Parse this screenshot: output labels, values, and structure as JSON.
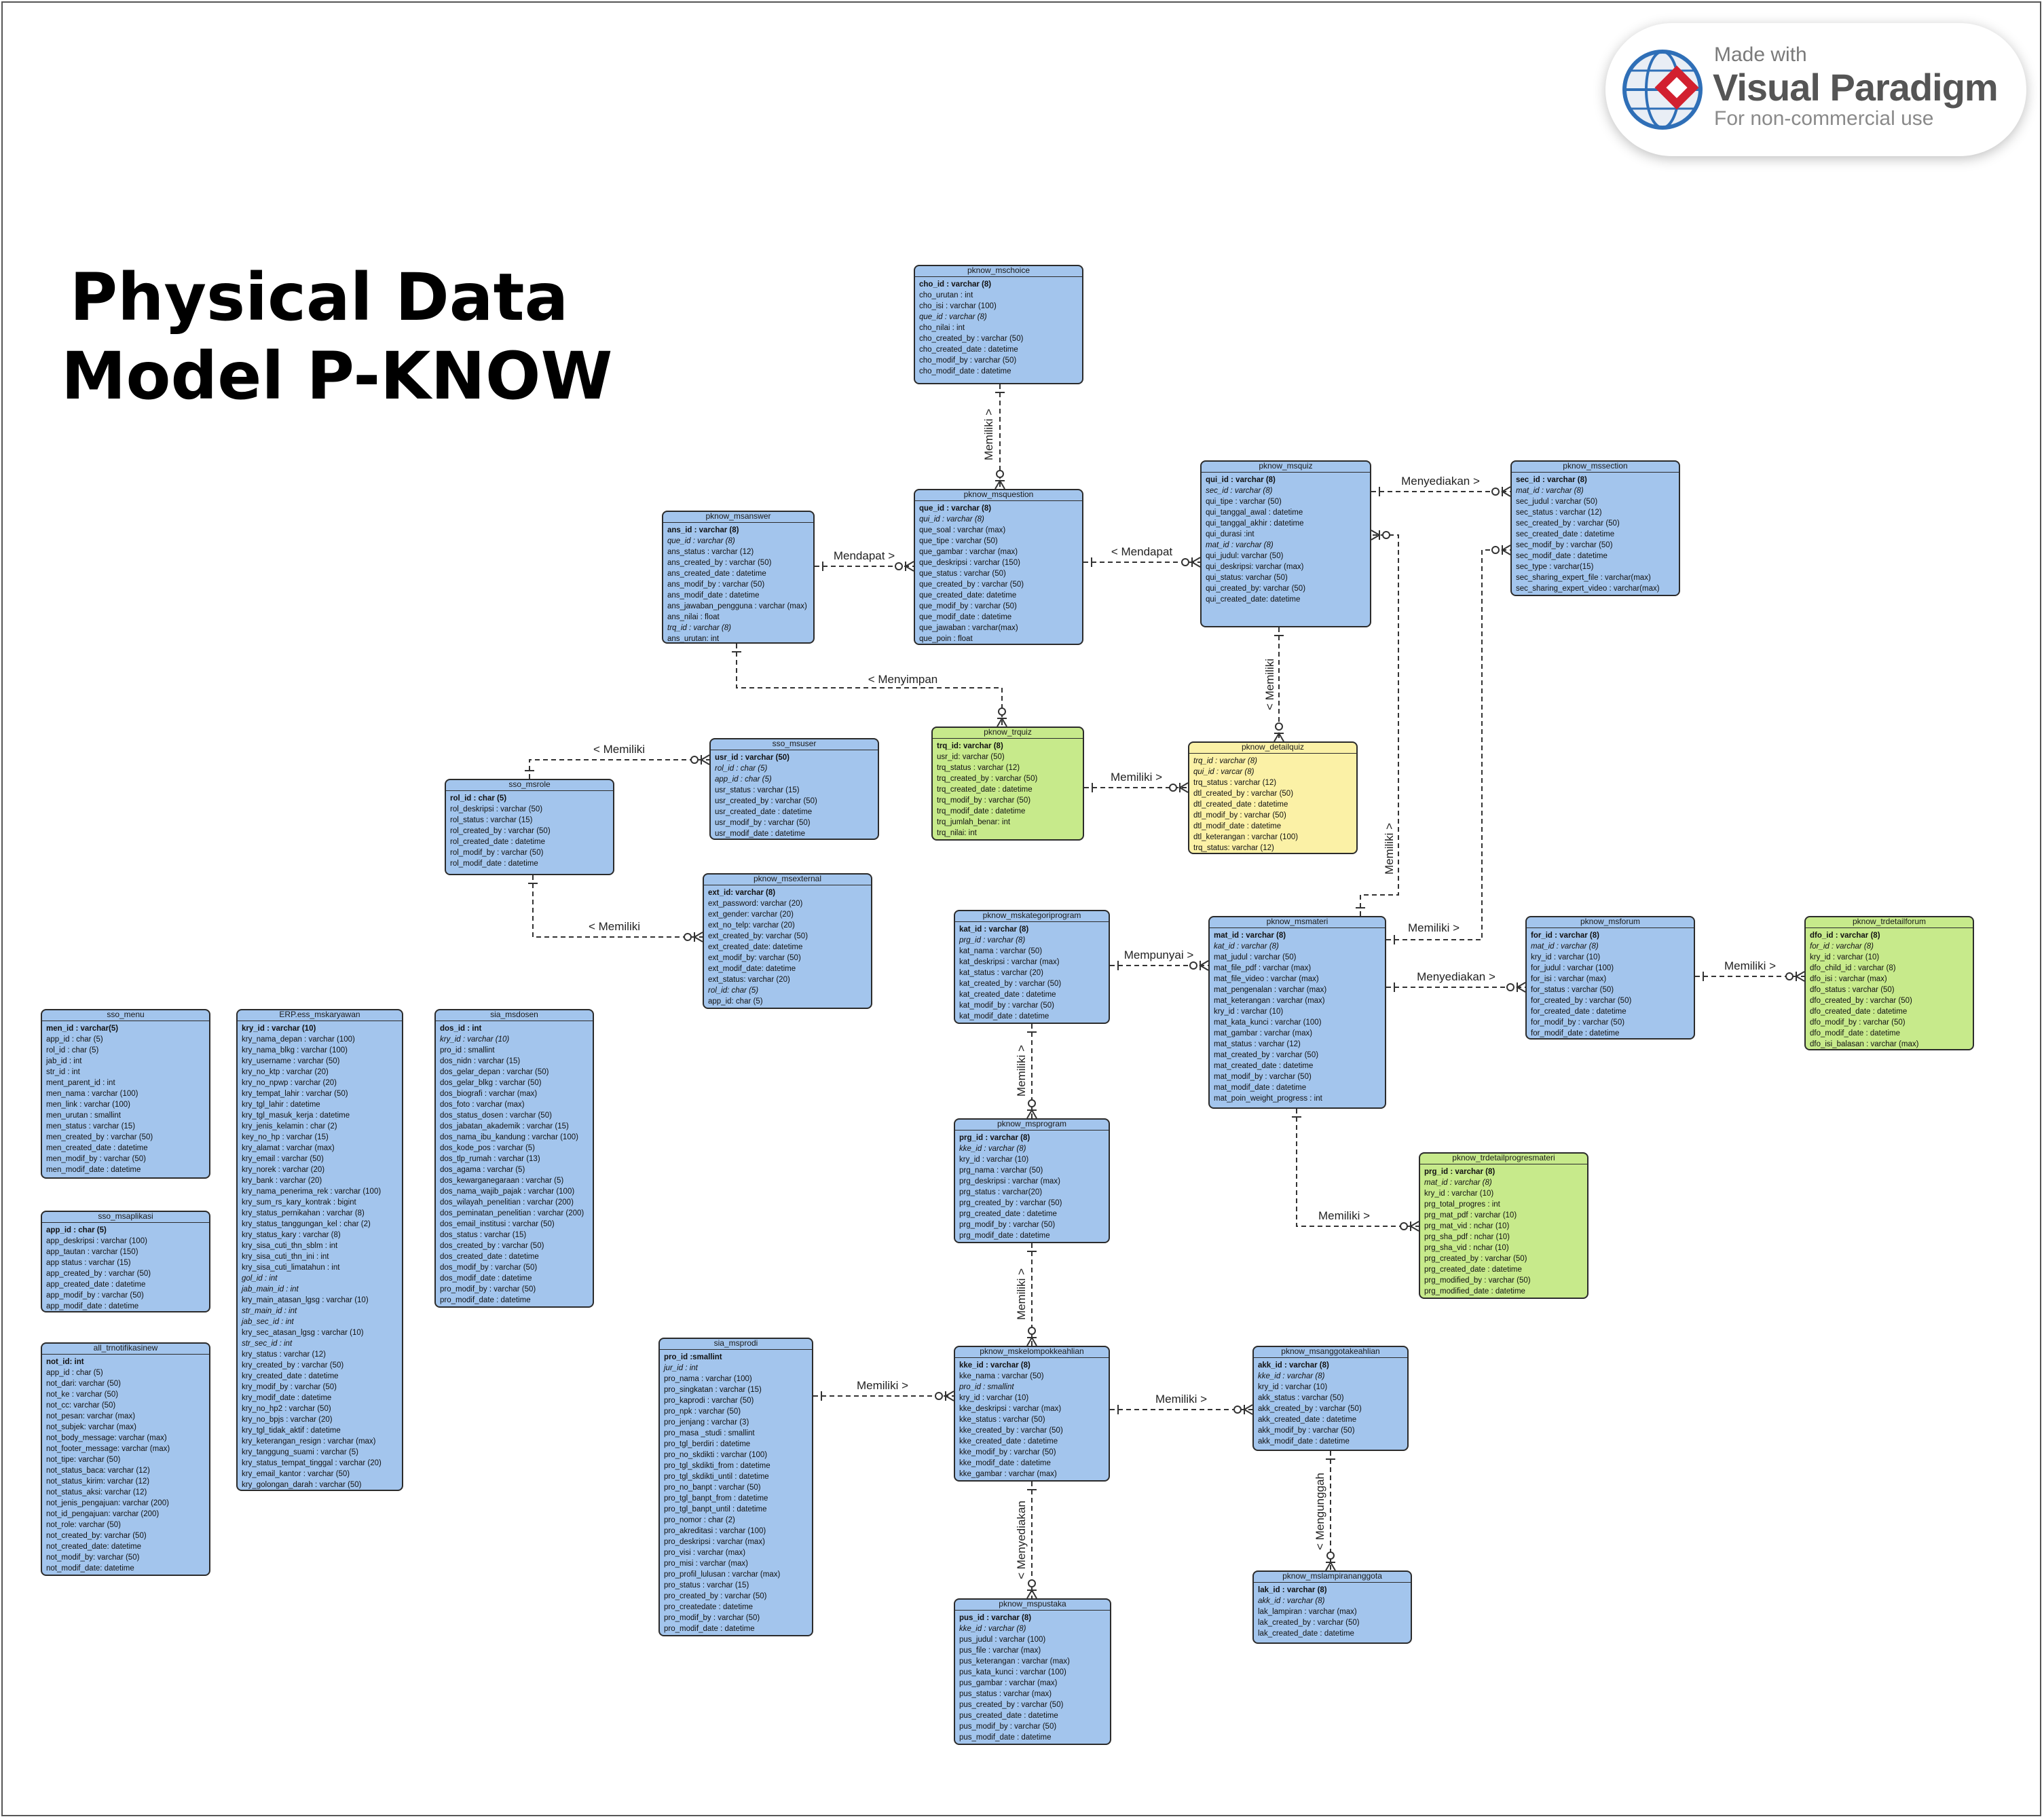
{
  "title_lines": [
    "Physical Data",
    "Model P-KNOW"
  ],
  "watermark": {
    "line1": "Made with",
    "line2": "Visual Paradigm",
    "line3": "For non-commercial use"
  },
  "entities": [
    {
      "id": "mschoice",
      "name": "pknow_mschoice",
      "color": "blue",
      "fields": [
        "cho_id : varchar (8)",
        "cho_urutan : int",
        "cho_isi : varchar (100)",
        "que_id : varchar (8)",
        "cho_nilai : int",
        "cho_created_by : varchar (50)",
        "cho_created_date : datetime",
        "cho_modif_by : varchar (50)",
        "cho_modif_date : datetime"
      ],
      "pk": [
        0
      ],
      "fk": [
        3
      ]
    },
    {
      "id": "msanswer",
      "name": "pknow_msanswer",
      "color": "blue",
      "fields": [
        "ans_id : varchar (8)",
        "que_id : varchar (8)",
        "ans_status : varchar (12)",
        "ans_created_by : varchar (50)",
        "ans_created_date : datetime",
        "ans_modif_by : varchar (50)",
        "ans_modif_date : datetime",
        "ans_jawaban_pengguna : varchar (max)",
        "ans_nilai : float",
        "trq_id : varchar (8)",
        "ans_urutan: int"
      ],
      "pk": [
        0
      ],
      "fk": [
        1,
        9
      ]
    },
    {
      "id": "msquestion",
      "name": "pknow_msquestion",
      "color": "blue",
      "fields": [
        "que_id : varchar (8)",
        "qui_id : varchar (8)",
        "que_soal : varchar (max)",
        "que_tipe : varchar (50)",
        "que_gambar : varchar (max)",
        "que_deskripsi : varchar (150)",
        "que_status : varchar (50)",
        "que_created_by : varchar (50)",
        "que_created_date: datetime",
        "que_modif_by : varchar (50)",
        "que_modif_date : datetime",
        "que_jawaban : varchar(max)",
        "que_poin : float"
      ],
      "pk": [
        0
      ],
      "fk": [
        1
      ]
    },
    {
      "id": "msquiz",
      "name": "pknow_msquiz",
      "color": "blue",
      "fields": [
        "qui_id : varchar (8)",
        "sec_id : varchar (8)",
        "qui_tipe : varchar (50)",
        "qui_tanggal_awal : datetime",
        "qui_tanggal_akhir : datetime",
        "qui_durasi :int",
        "mat_id : varchar (8)",
        "qui_judul: varchar (50)",
        "qui_deskripsi: varchar (max)",
        "qui_status: varchar (50)",
        "qui_created_by: varchar (50)",
        "qui_created_date: datetime"
      ],
      "pk": [
        0
      ],
      "fk": [
        1,
        6
      ]
    },
    {
      "id": "mssection",
      "name": "pknow_mssection",
      "color": "blue",
      "fields": [
        "sec_id : varchar (8)",
        "mat_id : varchar (8)",
        "sec_judul : varchar (50)",
        "sec_status : varchar (12)",
        "sec_created_by : varchar (50)",
        "sec_created_date : datetime",
        "sec_modif_by : varchar (50)",
        "sec_modif_date : datetime",
        "sec_type : varchar(15)",
        "sec_sharing_expert_file : varchar(max)",
        "sec_sharing_expert_video : varchar(max)"
      ],
      "pk": [
        0
      ],
      "fk": [
        1
      ]
    },
    {
      "id": "msuser",
      "name": "sso_msuser",
      "color": "blue",
      "fields": [
        "usr_id : varchar (50)",
        "rol_id : char (5)",
        "app_id : char (5)",
        "usr_status : varchar (15)",
        "usr_created_by : varchar (50)",
        "usr_created_date : datetime",
        "usr_modif_by : varchar (50)",
        "usr_modif_date : datetime"
      ],
      "pk": [
        0
      ],
      "fk": [
        1,
        2
      ]
    },
    {
      "id": "msrole",
      "name": "sso_msrole",
      "color": "blue",
      "fields": [
        "rol_id : char (5)",
        "rol_deskripsi : varchar (50)",
        "rol_status : varchar (15)",
        "rol_created_by : varchar (50)",
        "rol_created_date : datetime",
        "rol_modif_by : varchar (50)",
        "rol_modif_date : datetime"
      ],
      "pk": [
        0
      ],
      "fk": []
    },
    {
      "id": "trquiz",
      "name": "pknow_trquiz",
      "color": "green",
      "fields": [
        "trq_id: varchar (8)",
        "usr_id: varchar (50)",
        "trq_status : varchar (12)",
        "trq_created_by : varchar (50)",
        "trq_created_date : datetime",
        "trq_modif_by : varchar (50)",
        "trq_modif_date : datetime",
        "trq_jumlah_benar: int",
        "trq_nilai: int"
      ],
      "pk": [
        0
      ],
      "fk": []
    },
    {
      "id": "detailquiz",
      "name": "pknow_detailquiz",
      "color": "yellow",
      "fields": [
        "trq_id : varchar (8)",
        "qui_id : varcar (8)",
        "trq_status : varchar (12)",
        "dtl_created_by : varchar (50)",
        "dtl_created_date : datetime",
        "dtl_modif_by : varchar (50)",
        "dtl_modif_date : datetime",
        "dtl_keterangan : varchar (100)",
        "trq_status: varchar (12)"
      ],
      "pk": [],
      "fk": [
        0,
        1
      ]
    },
    {
      "id": "msexternal",
      "name": "pknow_msexternal",
      "color": "blue",
      "fields": [
        "ext_id: varchar (8)",
        "ext_password: varchar (20)",
        "ext_gender: varchar (20)",
        "ext_no_telp: varchar (20)",
        "ext_created_by: varchar (50)",
        "ext_created_date: datetime",
        "ext_modif_by: varchar (50)",
        "ext_modif_date: datetime",
        "ext_status: varchar (20)",
        "rol_id: char (5)",
        "app_id: char (5)"
      ],
      "pk": [
        0
      ],
      "fk": [
        9
      ]
    },
    {
      "id": "mskategori",
      "name": "pknow_mskategoriprogram",
      "color": "blue",
      "fields": [
        "kat_id : varchar (8)",
        "prg_id : varchar (8)",
        "kat_nama : varchar (50)",
        "kat_deskripsi : varchar (max)",
        "kat_status : varchar (20)",
        "kat_created_by : varchar (50)",
        "kat_created_date : datetime",
        "kat_modif_by : varchar (50)",
        "kat_modif_date : datetime"
      ],
      "pk": [
        0
      ],
      "fk": [
        1
      ]
    },
    {
      "id": "msmateri",
      "name": "pknow_msmateri",
      "color": "blue",
      "fields": [
        "mat_id : varchar (8)",
        "kat_id : varchar (8)",
        "mat_judul : varchar (50)",
        "mat_file_pdf : varchar (max)",
        "mat_file_video : varchar (max)",
        "mat_pengenalan : varchar (max)",
        "mat_keterangan : varchar (max)",
        "kry_id : varchar (10)",
        "mat_kata_kunci : varchar (100)",
        "mat_gambar : varchar (max)",
        "mat_status : varchar (12)",
        "mat_created_by : varchar (50)",
        "mat_created_date : datetime",
        "mat_modif_by : varchar (50)",
        "mat_modif_date : datetime",
        "mat_poin_weight_progress : int"
      ],
      "pk": [
        0
      ],
      "fk": [
        1
      ]
    },
    {
      "id": "msforum",
      "name": "pknow_msforum",
      "color": "blue",
      "fields": [
        "for_id : varchar (8)",
        "mat_id : varchar (8)",
        "kry_id : varchar (10)",
        "for_judul : varchar (100)",
        "for_isi : varchar (max)",
        "for_status : varchar (50)",
        "for_created_by : varchar (50)",
        "for_created_date : datetime",
        "for_modif_by : varchar (50)",
        "for_modif_date : datetime"
      ],
      "pk": [
        0
      ],
      "fk": [
        1
      ]
    },
    {
      "id": "trdetailforum",
      "name": "pknow_trdetailforum",
      "color": "green",
      "fields": [
        "dfo_id : varchar (8)",
        "for_id : varchar (8)",
        "kry_id : varchar (10)",
        "dfo_child_id : varchar (8)",
        "dfo_isi : varchar (max)",
        "dfo_status : varchar (50)",
        "dfo_created_by : varchar (50)",
        "dfo_created_date : datetime",
        "dfo_modif_by : varchar (50)",
        "dfo_modif_date : datetime",
        "dfo_isi_balasan : varchar (max)"
      ],
      "pk": [
        0
      ],
      "fk": [
        1
      ]
    },
    {
      "id": "msmenu",
      "name": "sso_menu",
      "color": "blue",
      "fields": [
        "men_id : varchar(5)",
        "app_id : char (5)",
        "rol_id : char (5)",
        "jab_id : int",
        "str_id : int",
        "ment_parent_id : int",
        "men_nama : varchar (100)",
        "men_link : varchar (100)",
        "men_urutan : smallint",
        "men_status : varchar (15)",
        "men_created_by : varchar (50)",
        "men_created_date : datetime",
        "men_modif_by : varchar (50)",
        "men_modif_date : datetime"
      ],
      "pk": [
        0
      ],
      "fk": []
    },
    {
      "id": "mskaryawan",
      "name": "ERP.ess_mskaryawan",
      "color": "blue",
      "fields": [
        "kry_id : varchar (10)",
        "kry_nama_depan : varchar (100)",
        "kry_nama_blkg : varchar (100)",
        "kry_username : varchar (50)",
        "kry_no_ktp : varchar (20)",
        "kry_no_npwp : varchar (20)",
        "kry_tempat_lahir : varchar (50)",
        "kry_tgl_lahir : datetime",
        "kry_tgl_masuk_kerja : datetime",
        "kry_jenis_kelamin : char (2)",
        "key_no_hp : varchar (15)",
        "kry_alamat : varchar (max)",
        "kry_email : varchar (50)",
        "kry_norek : varchar (20)",
        "kry_bank : varchar (20)",
        "kry_nama_penerima_rek : varchar (100)",
        "kry_sum_rs_kary_kontrak : bigint",
        "kry_status_pernikahan : varchar (8)",
        "kry_status_tanggungan_kel : char (2)",
        "kry_status_kary : varchar (8)",
        "kry_sisa_cuti_thn_sblm : int",
        "kry_sisa_cuti_thn_ini : int",
        "kry_sisa_cuti_limatahun : int",
        "gol_id : int",
        "jab_main_id : int",
        "kry_main_atasan_lgsg : varchar (10)",
        "str_main_id : int",
        "jab_sec_id : int",
        "kry_sec_atasan_lgsg : varchar (10)",
        "str_sec_id : int",
        "kry_status : varchar (12)",
        "kry_created_by : varchar (50)",
        "kry_created_date : datetime",
        "kry_modif_by : varchar (50)",
        "kry_modif_date : datetime",
        "kry_no_hp2 : varchar (50)",
        "kry_no_bpjs : varchar (20)",
        "kry_tgl_tidak_aktif : datetime",
        "kry_keterangan_resign : varchar (max)",
        "kry_tanggung_suami : varchar (5)",
        "kry_status_tempat_tinggal : varchar (20)",
        "kry_email_kantor : varchar (50)",
        "kry_golongan_darah : varchar (50)"
      ],
      "pk": [
        0
      ],
      "fk": [
        23,
        24,
        26,
        27,
        29
      ]
    },
    {
      "id": "msdosen",
      "name": "sia_msdosen",
      "color": "blue",
      "fields": [
        "dos_id : int",
        "kry_id : varchar (10)",
        "pro_id : smallint",
        "dos_nidn : varchar (15)",
        "dos_gelar_depan : varchar (50)",
        "dos_gelar_blkg : varchar (50)",
        "dos_biografi : varchar (max)",
        "dos_foto : varchar (max)",
        "dos_status_dosen : varchar (50)",
        "dos_jabatan_akademik : varchar (15)",
        "dos_nama_ibu_kandung : varchar (100)",
        "dos_kode_pos : varchar (5)",
        "dos_tlp_rumah : varchar (13)",
        "dos_agama : varchar (5)",
        "dos_kewarganegaraan : varchar (5)",
        "dos_nama_wajib_pajak : varchar (100)",
        "dos_wilayah_penelitian : varchar (200)",
        "dos_peminatan_penelitian : varchar (200)",
        "dos_email_institusi : varchar (50)",
        "dos_status : varchar (15)",
        "dos_created_by : varchar (50)",
        "dos_created_date : datetime",
        "dos_modif_by : varchar (50)",
        "dos_modif_date : datetime",
        "pro_modif_by : varchar (50)",
        "pro_modif_date : datetime"
      ],
      "pk": [
        0
      ],
      "fk": [
        1
      ]
    },
    {
      "id": "msaplikasi",
      "name": "sso_msaplikasi",
      "color": "blue",
      "fields": [
        "app_id : char (5)",
        "app_deskripsi : varchar (100)",
        "app_tautan : varchar (150)",
        "app status : varchar (15)",
        "app_created_by : varchar (50)",
        "app_created_date : datetime",
        "app_modif_by : varchar (50)",
        "app_modif_date : datetime"
      ],
      "pk": [
        0
      ],
      "fk": []
    },
    {
      "id": "trnotifikasi",
      "name": "all_trnotifikasinew",
      "color": "blue",
      "fields": [
        "not_id: int",
        "app_id : char (5)",
        "not_dari: varchar (50)",
        "not_ke : varchar (50)",
        "not_cc: varchar (50)",
        "not_pesan: varchar (max)",
        "not_subjek: varchar (max)",
        "not_body_message: varchar (max)",
        "not_footer_message: varchar (max)",
        "not_tipe: varchar (50)",
        "not_status_baca: varchar (12)",
        "not_status_kirim: varchar (12)",
        "not_status_aksi: varchar (12)",
        "not_jenis_pengajuan: varchar (200)",
        "not_id_pengajuan: varchar (200)",
        "not_role: varchar (50)",
        "not_created_by: varchar (50)",
        "not_created_date: datetime",
        "not_modif_by: varchar (50)",
        "not_modif_date: datetime"
      ],
      "pk": [
        0
      ],
      "fk": []
    },
    {
      "id": "msprogram",
      "name": "pknow_msprogram",
      "color": "blue",
      "fields": [
        "prg_id : varchar (8)",
        "kke_id : varchar (8)",
        "kry_id : varchar (10)",
        "prg_nama : varchar (50)",
        "prg_deskripsi : varchar (max)",
        "prg_status : varchar(20)",
        "prg_created_by : varchar (50)",
        "prg_created_date : datetime",
        "prg_modif_by : varchar (50)",
        "prg_modif_date : datetime"
      ],
      "pk": [
        0
      ],
      "fk": [
        1
      ]
    },
    {
      "id": "trdetailprogres",
      "name": "pknow_trdetailprogresmateri",
      "color": "green",
      "fields": [
        "prg_id : varchar (8)",
        "mat_id : varchar (8)",
        "kry_id : varchar (10)",
        "prg_total_progres : int",
        "prg_mat_pdf : varchar (10)",
        "prg_mat_vid : nchar (10)",
        "prg_sha_pdf : nchar (10)",
        "prg_sha_vid : nchar (10)",
        "prg_created_by : varchar (50)",
        "prg_created_date : datetime",
        "prg_modified_by : varchar (50)",
        "prg_modified_date : datetime"
      ],
      "pk": [
        0
      ],
      "fk": [
        1
      ]
    },
    {
      "id": "msprodi",
      "name": "sia_msprodi",
      "color": "blue",
      "fields": [
        "pro_id :smallint",
        "jur_id : int",
        "pro_nama : varchar (100)",
        "pro_singkatan : varchar (15)",
        "pro_kaprodi : varchar (50)",
        "pro_npk : varchar (50)",
        "pro_jenjang : varchar (3)",
        "pro_masa _studi : smallint",
        "pro_tgl_berdiri : datetime",
        "pro_no_skdikti : varchar (100)",
        "pro_tgl_skdikti_from : datetime",
        "pro_tgl_skdikti_until : datetime",
        "pro_no_banpt : varchar (50)",
        "pro_tgl_banpt_from : datetime",
        "pro_tgl_banpt_until : datetime",
        "pro_nomor : char (2)",
        "pro_akreditasi : varchar (100)",
        "pro_deskripsi : varchar (max)",
        "pro_visi : varchar (max)",
        "pro_misi : varchar (max)",
        "pro_profil_lulusan : varchar (max)",
        "pro_status : varchar (15)",
        "pro_created_by : varchar (50)",
        "pro_createdate : datetime",
        "pro_modif_by : varchar (50)",
        "pro_modif_date : datetime"
      ],
      "pk": [
        0
      ],
      "fk": [
        1
      ]
    },
    {
      "id": "mskelompok",
      "name": "pknow_mskelompokkeahlian",
      "color": "blue",
      "fields": [
        "kke_id : varchar (8)",
        "kke_nama : varchar (50)",
        "pro_id : smallint",
        "kry_id : varchar (10)",
        "kke_deskripsi : varchar (max)",
        "kke_status : varchar (50)",
        "kke_created_by : varchar (50)",
        "kke_created_date : datetime",
        "kke_modif_by : varchar (50)",
        "kke_modif_date : datetime",
        "kke_gambar : varchar (max)"
      ],
      "pk": [
        0
      ],
      "fk": [
        2
      ]
    },
    {
      "id": "msanggota",
      "name": "pknow_msanggotakeahlian",
      "color": "blue",
      "fields": [
        "akk_id : varchar (8)",
        "kke_id : varchar (8)",
        "kry_id : varchar (10)",
        "akk_status : varchar (50)",
        "akk_created_by : varchar (50)",
        "akk_created_date : datetime",
        "akk_modif_by : varchar (50)",
        "akk_modif_date : datetime"
      ],
      "pk": [
        0
      ],
      "fk": [
        1
      ]
    },
    {
      "id": "mslampiran",
      "name": "pknow_mslampirananggota",
      "color": "blue",
      "fields": [
        "lak_id : varchar (8)",
        "akk_id : varchar (8)",
        "lak_lampiran : varchar (max)",
        "lak_created_by : varchar (50)",
        "lak_created_date : datetime"
      ],
      "pk": [
        0
      ],
      "fk": [
        1
      ]
    },
    {
      "id": "mspustaka",
      "name": "pknow_mspustaka",
      "color": "blue",
      "fields": [
        "pus_id : varchar (8)",
        "kke_id : varchar (8)",
        "pus_judul : varchar (100)",
        "pus_file : varchar (max)",
        "pus_keterangan : varchar (max)",
        "pus_kata_kunci : varchar (100)",
        "pus_gambar : varchar (max)",
        "pus_status : varchar (max)",
        "pus_created_by : varchar (50)",
        "pus_created_date : datetime",
        "pus_modif_by : varchar (50)",
        "pus_modif_date : datetime"
      ],
      "pk": [
        0
      ],
      "fk": [
        1
      ]
    }
  ],
  "relationships": [
    {
      "label": "Memiliki >",
      "from": "mschoice",
      "to": "msquestion"
    },
    {
      "label": "Mendapat >",
      "from": "msanswer",
      "to": "msquestion"
    },
    {
      "label": "< Mendapat",
      "from": "msquestion",
      "to": "msquiz"
    },
    {
      "label": "Menyediakan >",
      "from": "msquiz",
      "to": "mssection"
    },
    {
      "label": "< Menyimpan",
      "from": "msanswer",
      "to": "trquiz"
    },
    {
      "label": "< Memiliki",
      "from": "msquiz",
      "to": "detailquiz"
    },
    {
      "label": "Memiliki >",
      "from": "trquiz",
      "to": "detailquiz"
    },
    {
      "label": "< Memiliki",
      "from": "msrole",
      "to": "msuser"
    },
    {
      "label": "< Memiliki",
      "from": "msrole",
      "to": "msexternal"
    },
    {
      "label": "Memiliki >",
      "from": "msmateri",
      "to": "msquiz"
    },
    {
      "label": "Memiliki >",
      "from": "msmateri",
      "to": "mssection"
    },
    {
      "label": "Mempunyai >",
      "from": "mskategori",
      "to": "msmateri"
    },
    {
      "label": "Menyediakan >",
      "from": "msmateri",
      "to": "msforum"
    },
    {
      "label": "Memiliki >",
      "from": "msforum",
      "to": "trdetailforum"
    },
    {
      "label": "Memiliki >",
      "from": "mskategori",
      "to": "msprogram"
    },
    {
      "label": "Memiliki >",
      "from": "msmateri",
      "to": "trdetailprogres"
    },
    {
      "label": "Memiliki >",
      "from": "msprogram",
      "to": "mskelompok"
    },
    {
      "label": "Memiliki >",
      "from": "msprodi",
      "to": "mskelompok"
    },
    {
      "label": "Memiliki >",
      "from": "mskelompok",
      "to": "msanggota"
    },
    {
      "label": "< Mengunggah",
      "from": "msanggota",
      "to": "mslampiran"
    },
    {
      "label": "< Menyediakan",
      "from": "mskelompok",
      "to": "mspustaka"
    }
  ]
}
